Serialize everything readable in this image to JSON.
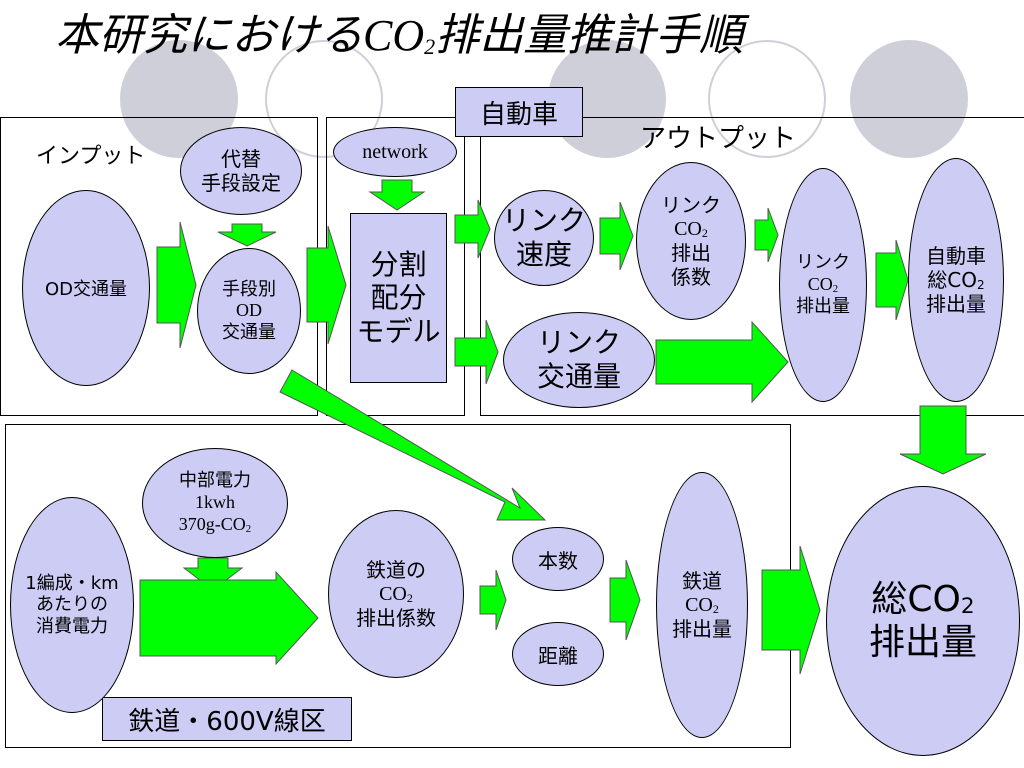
{
  "title": {
    "prefix": "本研究における",
    "co": "CO",
    "sub": "2",
    "suffix": "排出量推計手順"
  },
  "car_section": {
    "tag": "自動車",
    "input_label": "インプット",
    "output_label": "アウトプット"
  },
  "rail_section": {
    "tag": "鉄道・600V線区"
  },
  "nodes": {
    "od_traffic": "OD交通量",
    "alt_means": [
      "代替",
      "手段設定"
    ],
    "mode_od": [
      "手段別",
      "OD",
      "交通量"
    ],
    "network": "network",
    "split_model": [
      "分割",
      "配分",
      "モデル"
    ],
    "link_speed": [
      "リンク",
      "速度"
    ],
    "link_co2_factor": [
      "リンク",
      "CO",
      "排出",
      "係数"
    ],
    "link_traffic": [
      "リンク",
      "交通量"
    ],
    "link_co2_emission": [
      "リンク",
      "CO",
      "排出量"
    ],
    "car_total_co2": [
      "自動車",
      "総CO",
      "排出量"
    ],
    "power_per_km": [
      "1編成・km",
      "あたりの",
      "消費電力"
    ],
    "chubu_power": [
      "中部電力",
      "1kwh",
      "370g-CO"
    ],
    "rail_co2_factor": [
      "鉄道の",
      "CO",
      "排出係数"
    ],
    "count": "本数",
    "distance": "距離",
    "rail_co2_emission": [
      "鉄道",
      "CO",
      "排出量"
    ],
    "total_co2": [
      "総CO",
      "排出量"
    ],
    "sub2": "2"
  },
  "colors": {
    "node_fill": "#ccccf5",
    "arrow_fill": "#00ff00",
    "deco_fill": "#c8c8d8"
  }
}
